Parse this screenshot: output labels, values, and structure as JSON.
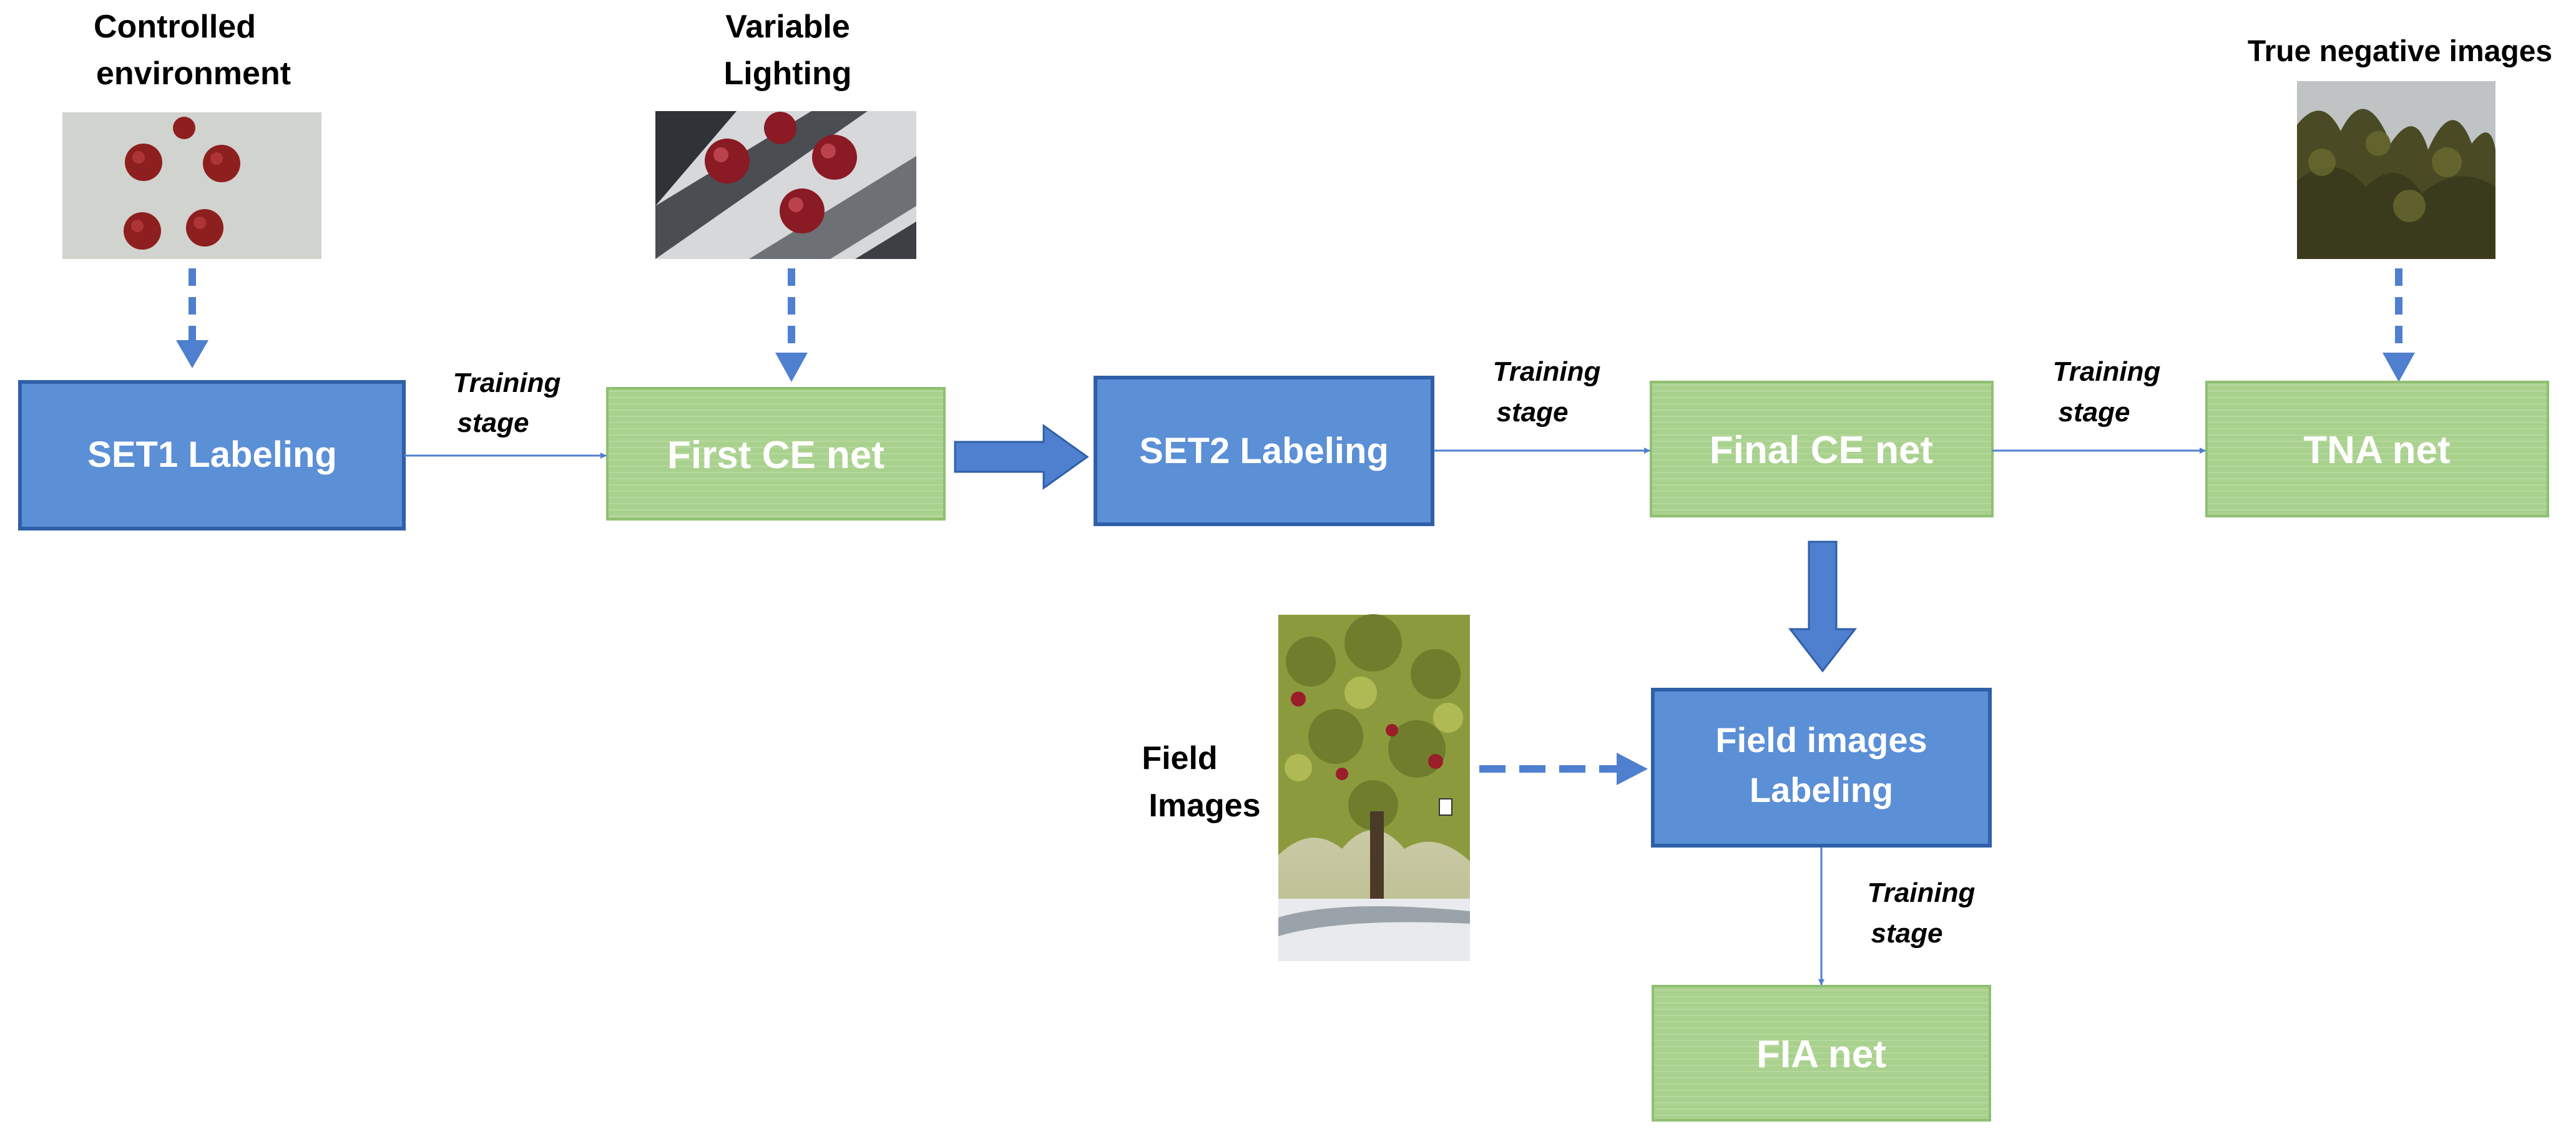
{
  "colors": {
    "blue_box": "#5b8fd6",
    "blue_border": "#2f5fa8",
    "green_box": "#a8d08d",
    "green_border": "#8fbf71",
    "arrow": "#4f7fcf"
  },
  "inputs": {
    "controlled": {
      "line1": "Controlled",
      "line2": "environment"
    },
    "variable": {
      "line1": "Variable",
      "line2": "Lighting"
    },
    "true_negative": {
      "label": "True negative images"
    },
    "field": {
      "line1": "Field",
      "line2": "Images"
    }
  },
  "boxes": {
    "set1": "SET1 Labeling",
    "first_ce": "First CE net",
    "set2": "SET2 Labeling",
    "final_ce": "Final CE net",
    "tna": "TNA net",
    "field_labeling_line1": "Field images",
    "field_labeling_line2": "Labeling",
    "fia": "FIA net"
  },
  "edges": {
    "training_word": "Training",
    "stage_word": "stage"
  },
  "image_icons": {
    "controlled": "pomegranates-on-white-photo",
    "variable": "pomegranates-in-shadow-photo",
    "true_negative": "tree-foliage-photo",
    "field": "pomegranate-tree-field-photo"
  }
}
